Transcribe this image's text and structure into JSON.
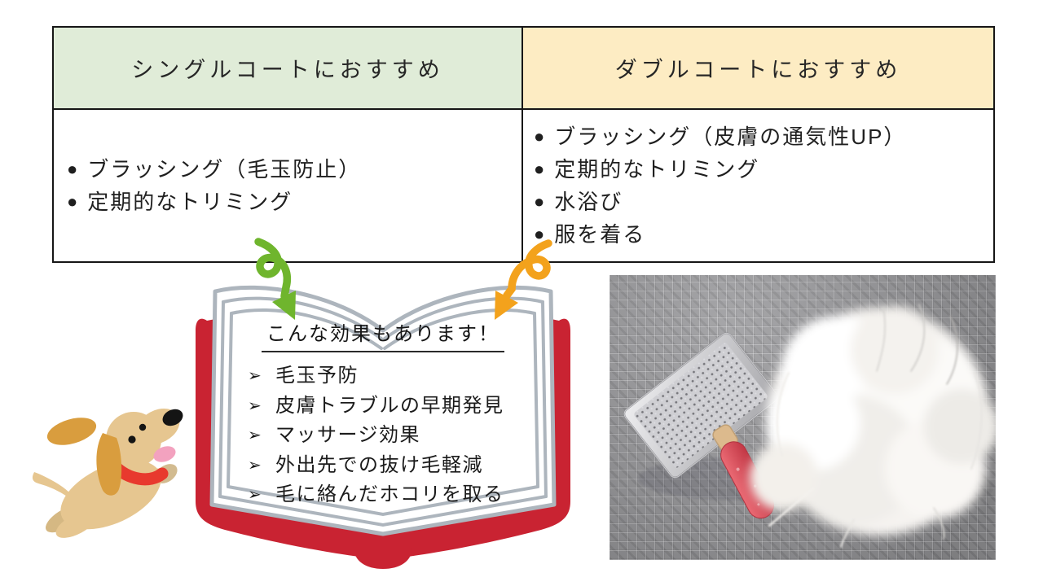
{
  "table": {
    "bullet": "●",
    "columns": [
      {
        "header": "シングルコートにおすすめ",
        "header_bg": "#e0ecd8",
        "items": [
          "ブラッシング（毛玉防止）",
          "定期的なトリミング"
        ]
      },
      {
        "header": "ダブルコートにおすすめ",
        "header_bg": "#fdecc3",
        "items": [
          "ブラッシング（皮膚の通気性UP）",
          "定期的なトリミング",
          "水浴び",
          "服を着る"
        ]
      }
    ]
  },
  "book": {
    "title": "こんな効果もあります！",
    "bullet": "➢",
    "items": [
      "毛玉予防",
      "皮膚トラブルの早期発見",
      "マッサージ効果",
      "外出先での抜け毛軽減",
      "毛に絡んだホコリを取る"
    ]
  },
  "colors": {
    "header_green": "#e0ecd8",
    "header_yellow": "#fdecc3",
    "arrow_green": "#6fb52d",
    "arrow_orange": "#f3a21c",
    "book_cover_red": "#c92332"
  },
  "illustrations": {
    "dog": "jumping-dog-illustration",
    "book": "open-red-book-illustration",
    "green_arrow": "curly-green-arrow",
    "orange_arrow": "curly-orange-arrow",
    "photo": "slicker-brush-and-removed-fur-photo"
  }
}
